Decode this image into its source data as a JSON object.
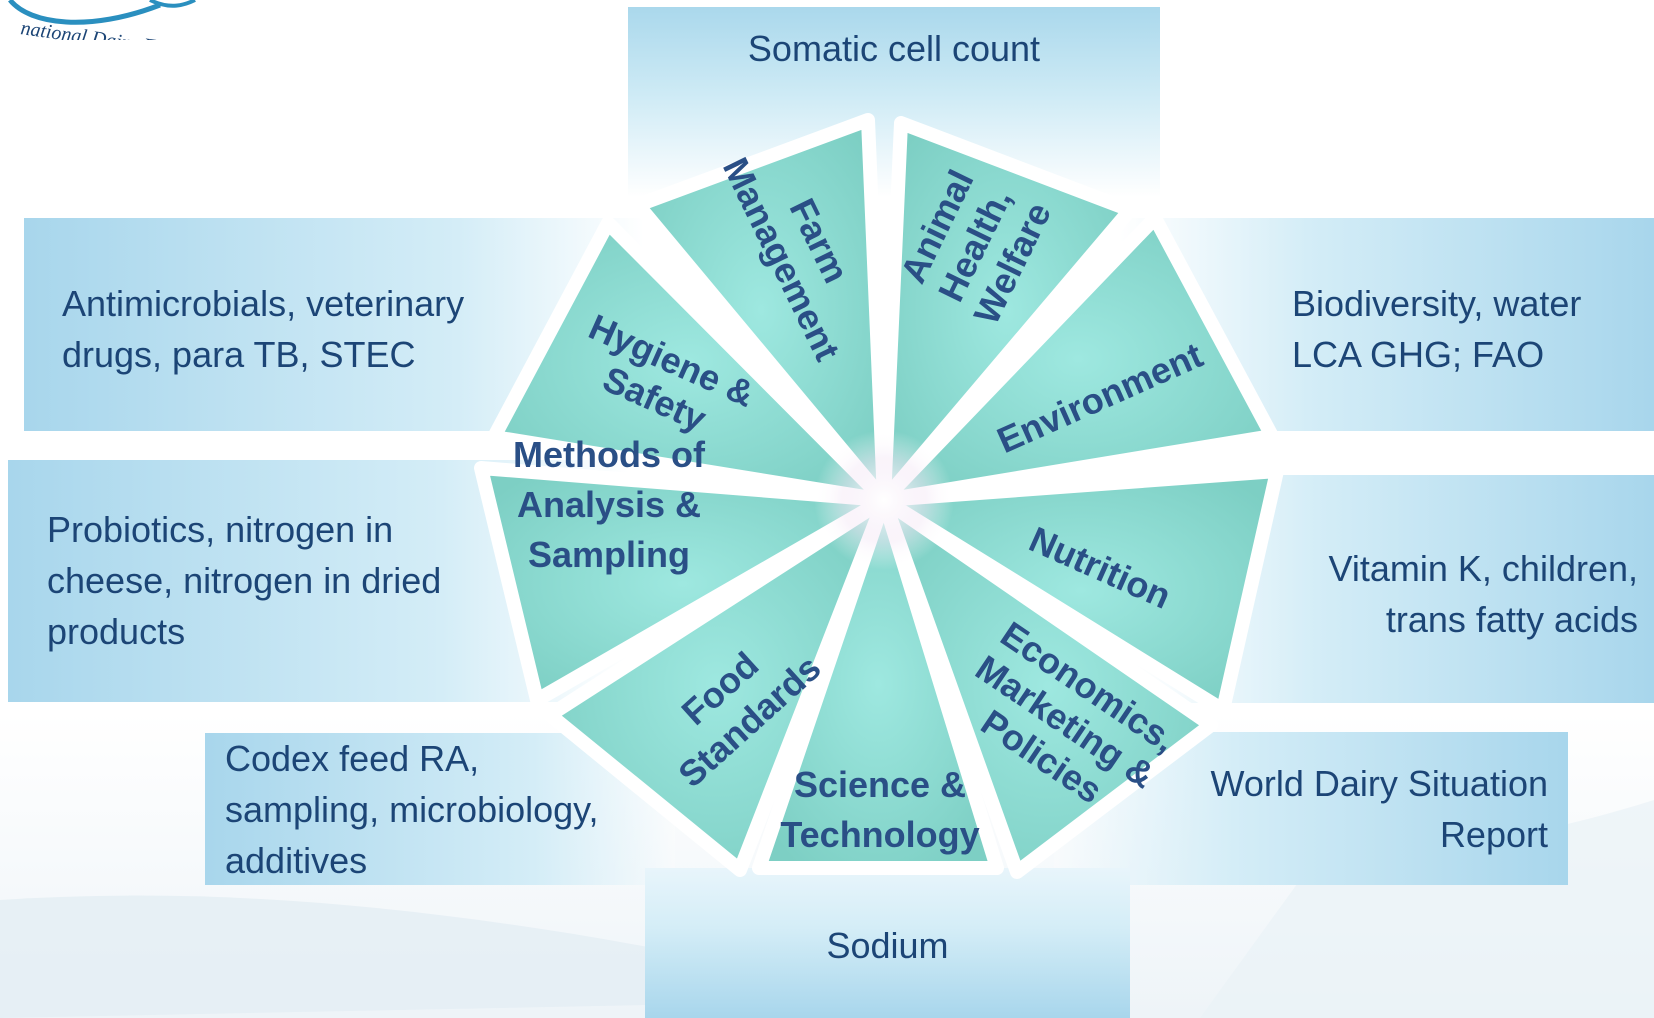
{
  "logo_text": "national Dairy Fede",
  "boxes": {
    "top": [
      "Somatic cell count"
    ],
    "left1": [
      "Antimicrobials, veterinary",
      "drugs, para TB, STEC"
    ],
    "left2": [
      "Probiotics, nitrogen in",
      "cheese, nitrogen in dried",
      "products"
    ],
    "left3": [
      "Codex feed RA,",
      "sampling, microbiology,",
      "additives"
    ],
    "right1": [
      "Biodiversity, water",
      "LCA GHG; FAO"
    ],
    "right2": [
      "Vitamin K, children,",
      "trans fatty acids"
    ],
    "right3": [
      "World Dairy Situation",
      "Report"
    ],
    "bottom": [
      "Sodium"
    ]
  },
  "segments": [
    {
      "name": "farm-management",
      "lines": [
        "Farm",
        "Management"
      ]
    },
    {
      "name": "animal-health-welfare",
      "lines": [
        "Animal",
        "Health,",
        "Welfare"
      ]
    },
    {
      "name": "environment",
      "lines": [
        "Environment"
      ]
    },
    {
      "name": "nutrition",
      "lines": [
        "Nutrition"
      ]
    },
    {
      "name": "economics-marketing-policies",
      "lines": [
        "Economics,",
        "Marketing &",
        "Policies"
      ]
    },
    {
      "name": "science-technology",
      "lines": [
        "Science &",
        "Technology"
      ]
    },
    {
      "name": "food-standards",
      "lines": [
        "Food",
        "Standards"
      ]
    },
    {
      "name": "methods-of-analysis-sampling",
      "lines": [
        "Methods of",
        "Analysis &",
        "Sampling"
      ]
    },
    {
      "name": "hygiene-safety",
      "lines": [
        "Hygiene &",
        "Safety"
      ]
    }
  ],
  "colors": {
    "segment_dark": "#7dcfc4",
    "segment_light": "#8fe0d8",
    "label_text": "#2a4f86",
    "box_text": "#1c4576"
  }
}
